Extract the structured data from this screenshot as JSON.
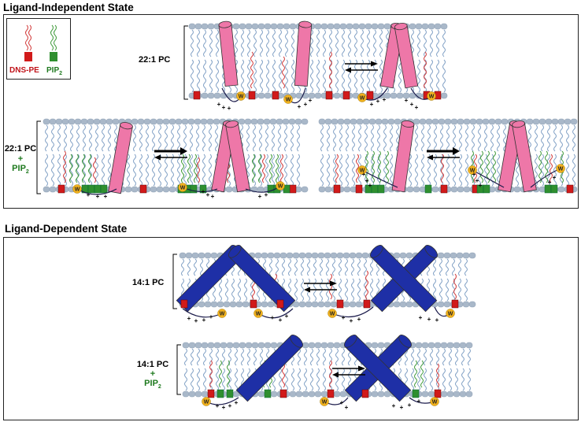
{
  "headings": {
    "independent": "Ligand-Independent State",
    "dependent": "Ligand-Dependent State"
  },
  "legend": {
    "dns_pe": "DNS-PE",
    "pip2_base": "PIP",
    "pip2_sub": "2"
  },
  "conditions": {
    "pc22": "22:1 PC",
    "pc22_pip2_line1": "22:1 PC",
    "pc22_pip2_plus": "+",
    "pc22_pip2_line3": "PIP",
    "pc14": "14:1 PC",
    "pc14_pip2_line1": "14:1 PC",
    "pc14_pip2_plus": "+",
    "pc14_pip2_line3": "PIP"
  },
  "markers": {
    "trp": "W",
    "charge": "+"
  },
  "colors": {
    "membrane_head": "#a9b8c9",
    "tail_blue": "#7f9fc4",
    "tail_red": "#d23b3b",
    "tail_green": "#3f9a3a",
    "helix_pink": "#ee77a8",
    "helix_blue": "#1e2fa6",
    "dns_red": "#d11a1a",
    "pip2_green": "#2f8f2f",
    "trp_yellow": "#f2b21e"
  }
}
